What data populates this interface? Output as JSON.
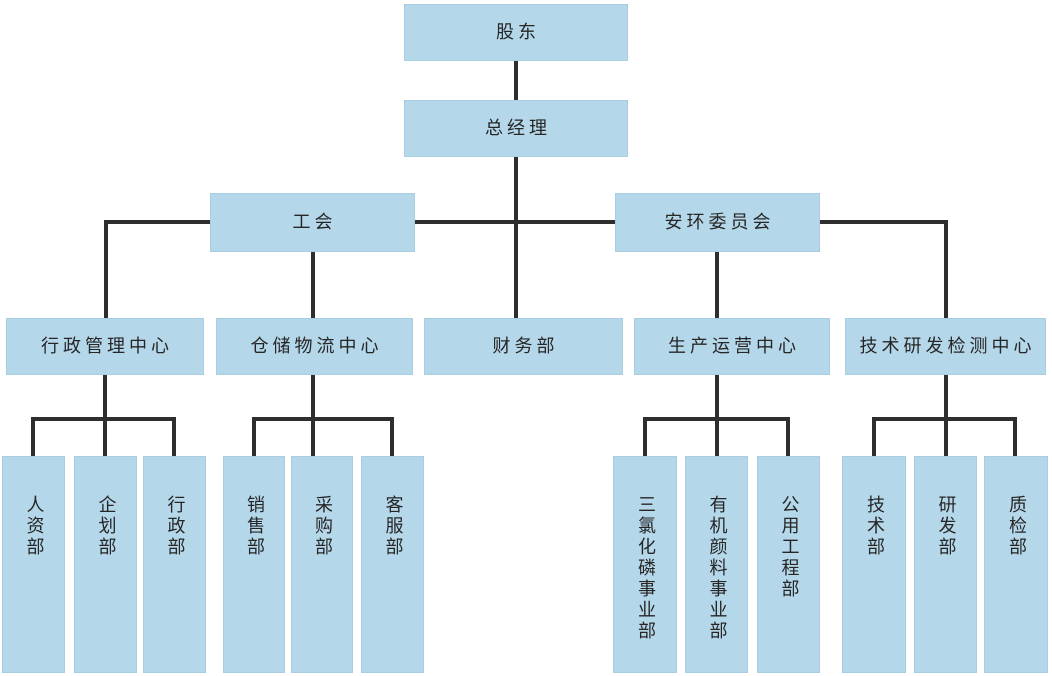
{
  "diagram_type": "organizational-chart",
  "colors": {
    "node_fill": "#b5d7ea",
    "node_border": "#a9cde3",
    "connector": "#2e2e2e",
    "text": "#262626",
    "background": "#ffffff"
  },
  "nodes": {
    "shareholders": "股东",
    "general_manager": "总经理",
    "labor_union": "工会",
    "safety_environment_committee": "安环委员会",
    "administrative_management_center": "行政管理中心",
    "warehousing_logistics_center": "仓储物流中心",
    "finance_department": "财务部",
    "production_operations_center": "生产运营中心",
    "technology_rd_testing_center": "技术研发检测中心",
    "human_resources_department": "人资部",
    "planning_department": "企划部",
    "administration_department": "行政部",
    "sales_department": "销售部",
    "procurement_department": "采购部",
    "customer_service_department": "客服部",
    "phosphorus_trichloride_division": "三氯化磷事业部",
    "organic_pigments_division": "有机颜料事业部",
    "utilities_engineering_department": "公用工程部",
    "technology_department": "技术部",
    "rd_department": "研发部",
    "quality_inspection_department": "质检部"
  },
  "hierarchy": [
    {
      "parent": "股东",
      "children": [
        "总经理"
      ]
    },
    {
      "parent": "总经理",
      "children": [
        "工会",
        "安环委员会",
        "行政管理中心",
        "仓储物流中心",
        "财务部",
        "生产运营中心",
        "技术研发检测中心"
      ]
    },
    {
      "parent": "行政管理中心",
      "children": [
        "人资部",
        "企划部",
        "行政部"
      ]
    },
    {
      "parent": "仓储物流中心",
      "children": [
        "销售部",
        "采购部",
        "客服部"
      ]
    },
    {
      "parent": "生产运营中心",
      "children": [
        "三氯化磷事业部",
        "有机颜料事业部",
        "公用工程部"
      ]
    },
    {
      "parent": "技术研发检测中心",
      "children": [
        "技术部",
        "研发部",
        "质检部"
      ]
    }
  ]
}
